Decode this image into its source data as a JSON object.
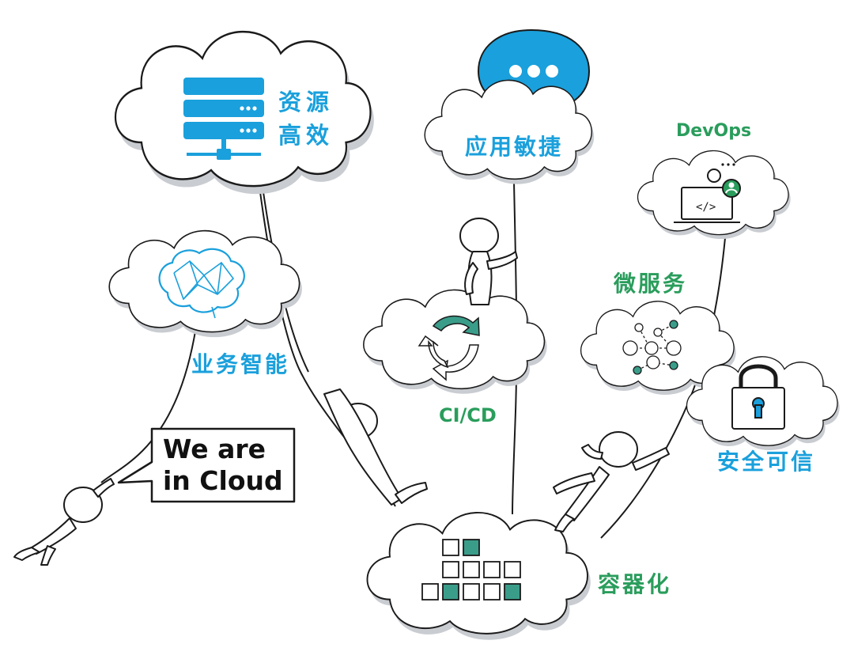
{
  "labels": {
    "resource_line1": "资源",
    "resource_line2": "高效",
    "app_agile": "应用敏捷",
    "devops": "DevOps",
    "business_intelligence": "业务智能",
    "microservices": "微服务",
    "cicd": "CI/CD",
    "secure_trusted": "安全可信",
    "containerization": "容器化"
  },
  "speech_bubble": {
    "line1": "We are",
    "line2": "in Cloud"
  },
  "icons": [
    "server-stack-icon",
    "chat-bubble-icon",
    "developer-laptop-icon",
    "brain-network-icon",
    "cycle-arrows-icon",
    "microservice-graph-icon",
    "padlock-icon",
    "container-blocks-icon"
  ],
  "colors": {
    "blue": "#1aa0dc",
    "green": "#2a9d5c",
    "teal": "#3a9d8a",
    "ink": "#1a1a1a",
    "cloud_shadow": "#c9ccd1"
  }
}
